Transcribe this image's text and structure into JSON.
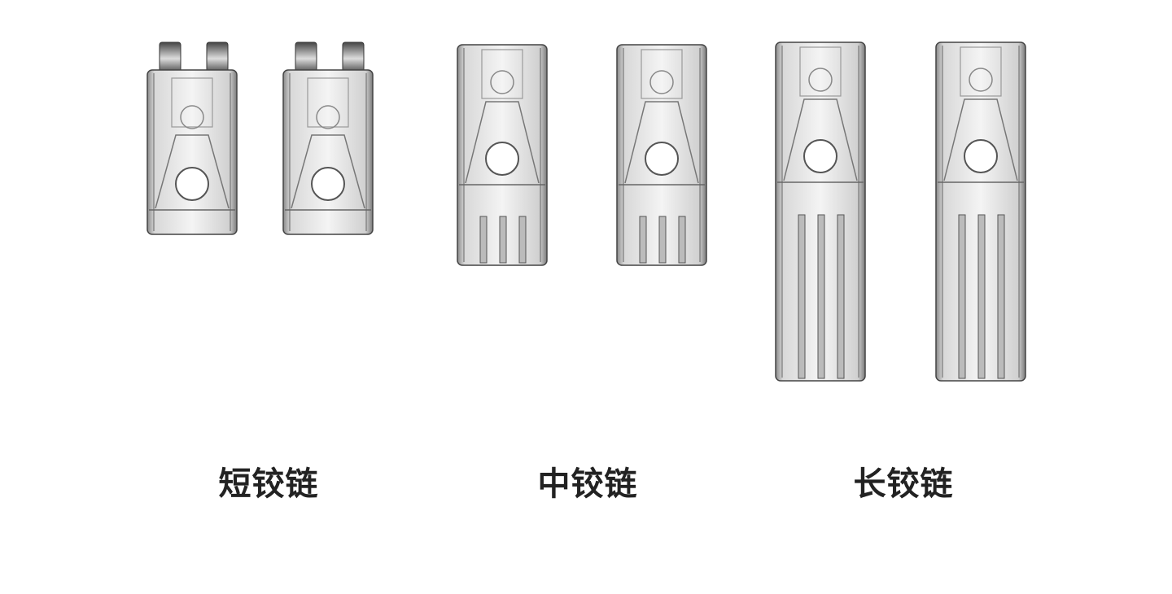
{
  "groups": [
    {
      "label": "短铰链",
      "type": "short"
    },
    {
      "label": "中铰链",
      "type": "medium"
    },
    {
      "label": "长铰链",
      "type": "long"
    }
  ],
  "colors": {
    "metal_light": "#f2f2f2",
    "metal_mid": "#c8c8c8",
    "metal_dark": "#5a5a5a",
    "text": "#222222"
  }
}
